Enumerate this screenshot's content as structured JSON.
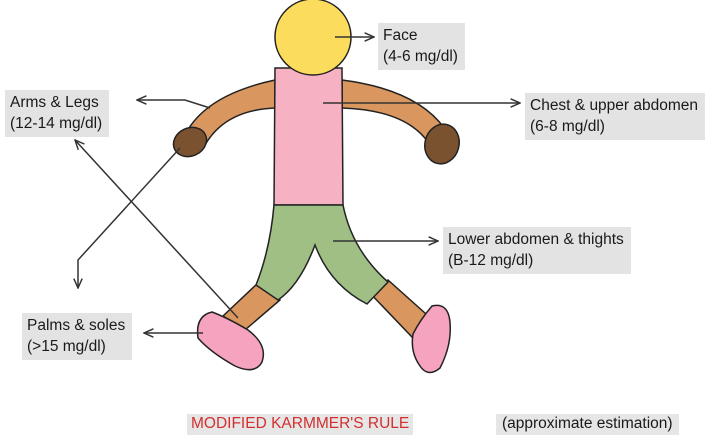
{
  "labels": {
    "face": {
      "name": "Face",
      "range": "(4-6 mg/dl)"
    },
    "arms_legs": {
      "name": "Arms & Legs",
      "range": "(12-14 mg/dl)"
    },
    "chest": {
      "name": "Chest & upper abdomen",
      "range": "(6-8 mg/dl)"
    },
    "lower": {
      "name": "Lower abdomen & thights",
      "range": "(B-12 mg/dl)"
    },
    "palms": {
      "name": "Palms & soles",
      "range": "(>15 mg/dl)"
    }
  },
  "caption": "MODIFIED KARMMER'S RULE",
  "note": "(approximate estimation)",
  "colors": {
    "face": "#fcdc5c",
    "torso": "#f6b1c3",
    "limbs": "#d9975f",
    "shorts": "#9fbf85",
    "hands": "#7a5230",
    "feet": "#f6a3c0",
    "caption": "#d32f2f"
  }
}
